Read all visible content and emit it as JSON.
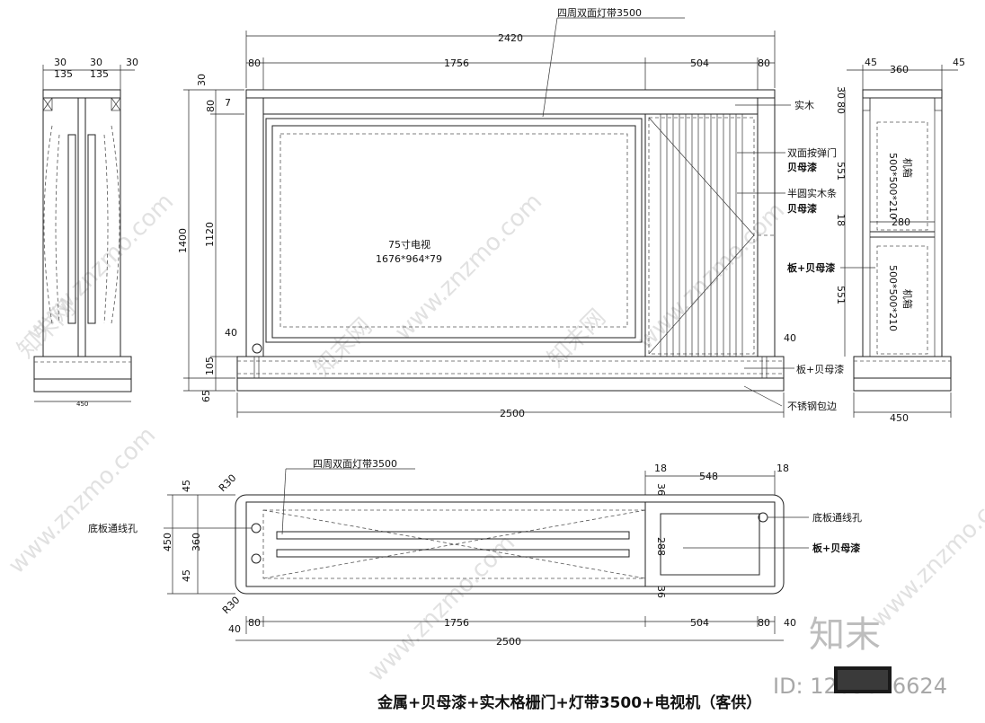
{
  "title": "金属+贝母漆+实木格栅门+灯带3500+电视机（客供）",
  "front": {
    "top_dims": [
      "2420",
      "80",
      "1756",
      "504",
      "80"
    ],
    "bottom_dim": "2500",
    "left_dims": [
      "30",
      "80",
      "7",
      "1400",
      "1120",
      "40",
      "105",
      "65"
    ],
    "right_dims": [
      "40"
    ],
    "tv_label": "75寸电视",
    "tv_size": "1676*964*79",
    "callouts": {
      "light": "四周双面灯带3500",
      "solid_wood": "实木",
      "door": "双面按弹门",
      "door_paint": "贝母漆",
      "strip": "半圆实木条",
      "strip_paint": "贝母漆",
      "board": "板+贝母漆",
      "steel": "不锈钢包边"
    }
  },
  "left_side": {
    "top_dims": [
      "30",
      "135",
      "30",
      "135",
      "30"
    ],
    "bottom_dim": "450"
  },
  "right_side": {
    "top_dims": [
      "45",
      "360",
      "45"
    ],
    "vert_dims": [
      "30",
      "80",
      "551",
      "18",
      "551"
    ],
    "mid_dim": "280",
    "bottom_dim": "450",
    "box1_name": "机箱",
    "box1_size": "500*500*210",
    "box2_name": "机箱",
    "box2_size": "500*500*210",
    "board_label": "板+贝母漆"
  },
  "plan": {
    "top_dims": [
      "18",
      "548",
      "18"
    ],
    "left_dims": [
      "45",
      "450",
      "360",
      "45"
    ],
    "radius_top": "R30",
    "radius_bottom": "R30",
    "inner_dims": [
      "36",
      "288",
      "36"
    ],
    "bottom_dims": [
      "40",
      "80",
      "1756",
      "504",
      "80",
      "40"
    ],
    "total_dim": "2500",
    "light": "四周双面灯带3500",
    "hole_left": "底板通线孔",
    "hole_right": "底板通线孔",
    "board": "板+贝母漆"
  },
  "watermark": {
    "text": "www.znzmo.com",
    "brand": "知末",
    "brand_cn": "知末网",
    "id": "ID: 1205046624"
  }
}
